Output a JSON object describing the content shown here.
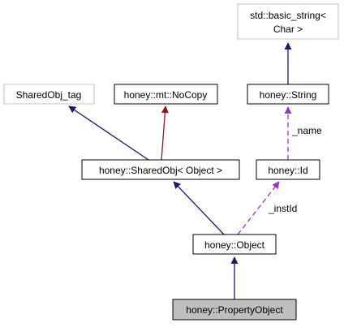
{
  "diagram": {
    "nodes": {
      "basic_string": {
        "lines": [
          "std::basic_string<",
          "Char >"
        ],
        "style": "external"
      },
      "sharedobj_tag": {
        "lines": [
          "SharedObj_tag"
        ],
        "style": "external"
      },
      "nocopy": {
        "lines": [
          "honey::mt::NoCopy"
        ],
        "style": "normal"
      },
      "string": {
        "lines": [
          "honey::String"
        ],
        "style": "normal"
      },
      "sharedobj": {
        "lines": [
          "honey::SharedObj< Object >"
        ],
        "style": "normal"
      },
      "id": {
        "lines": [
          "honey::Id"
        ],
        "style": "normal"
      },
      "object": {
        "lines": [
          "honey::Object"
        ],
        "style": "normal"
      },
      "propertyobject": {
        "lines": [
          "honey::PropertyObject"
        ],
        "style": "highlighted"
      }
    },
    "edges": [
      {
        "from": "basic_string",
        "to": "string",
        "kind": "public-inheritance",
        "label": ""
      },
      {
        "from": "sharedobj_tag",
        "to": "sharedobj",
        "kind": "public-inheritance",
        "label": ""
      },
      {
        "from": "nocopy",
        "to": "sharedobj",
        "kind": "private-inheritance",
        "label": ""
      },
      {
        "from": "string",
        "to": "id",
        "kind": "usage",
        "label": "_name"
      },
      {
        "from": "sharedobj",
        "to": "object",
        "kind": "public-inheritance",
        "label": ""
      },
      {
        "from": "id",
        "to": "object",
        "kind": "usage",
        "label": "_instId"
      },
      {
        "from": "object",
        "to": "propertyobject",
        "kind": "public-inheritance",
        "label": ""
      }
    ],
    "colors": {
      "public_inheritance": "#191970",
      "private_inheritance": "#8b1a1a",
      "usage": "#9a32cd",
      "external_border": "#bfbfbf",
      "normal_border": "#000000",
      "highlight_fill": "#bfbfbf"
    }
  }
}
